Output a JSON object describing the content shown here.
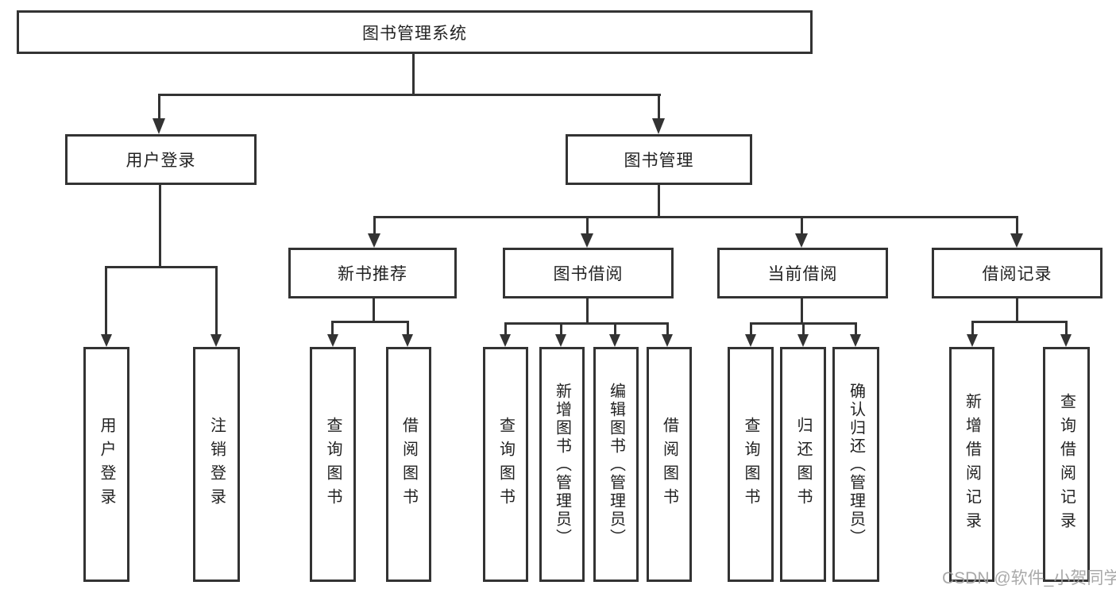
{
  "tree": {
    "root": "图书管理系统",
    "branches": [
      {
        "label": "用户登录",
        "children": [
          "用户登录",
          "注销登录"
        ]
      },
      {
        "label": "图书管理",
        "children": [
          {
            "label": "新书推荐",
            "children": [
              "查询图书",
              "借阅图书"
            ]
          },
          {
            "label": "图书借阅",
            "children": [
              "查询图书",
              "新增图书（管理员）",
              "编辑图书（管理员）",
              "借阅图书"
            ]
          },
          {
            "label": "当前借阅",
            "children": [
              "查询图书",
              "归还图书",
              "确认归还（管理员）"
            ]
          },
          {
            "label": "借阅记录",
            "children": [
              "新增借阅记录",
              "查询借阅记录"
            ]
          }
        ]
      }
    ]
  },
  "watermark": "CSDN @软件_小贺同学",
  "colors": {
    "line": "#333333",
    "text": "#222222",
    "background": "#ffffff",
    "watermark": "#a0a0a0"
  }
}
